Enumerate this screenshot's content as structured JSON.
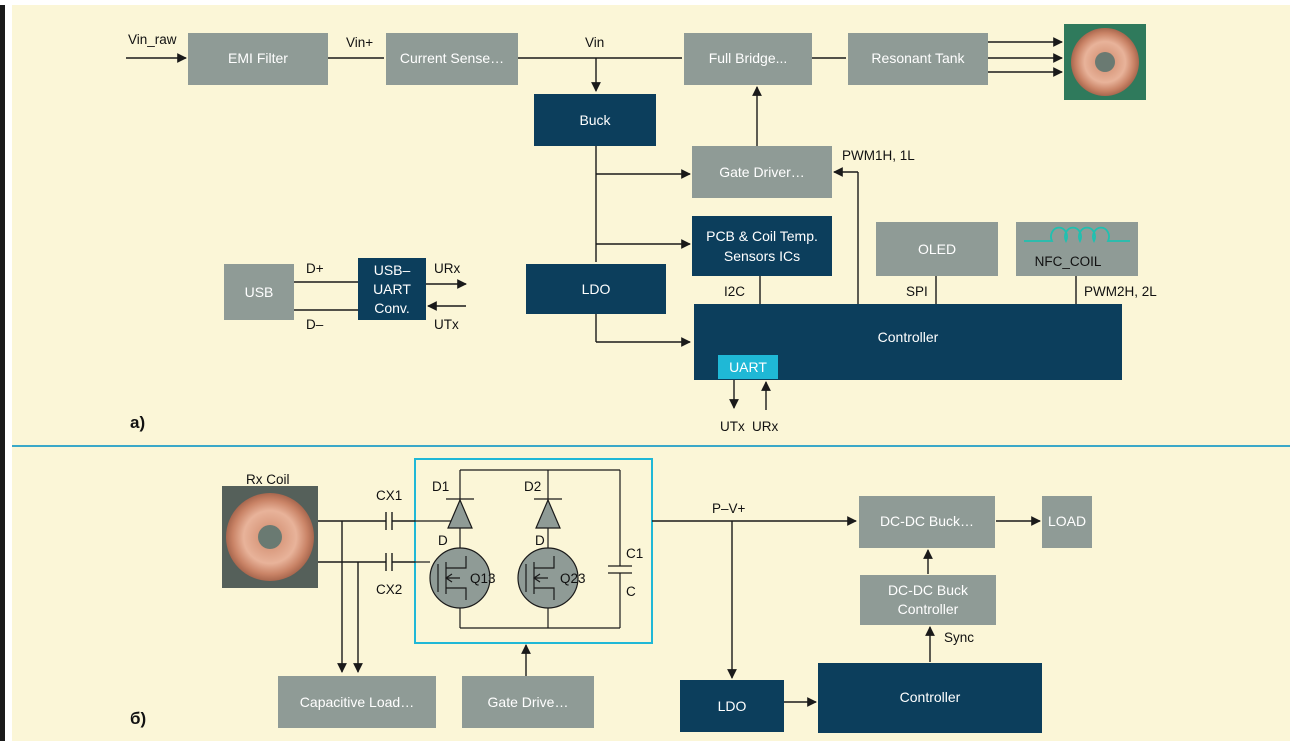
{
  "panel_a": {
    "label": "a)",
    "blocks": {
      "emi_filter": "EMI Filter",
      "current_sense": "Current Sense…",
      "full_bridge": "Full Bridge...",
      "resonant_tank": "Resonant Tank",
      "buck": "Buck",
      "gate_driver": "Gate Driver…",
      "temp_sensors_line1": "PCB & Coil Temp.",
      "temp_sensors_line2": "Sensors ICs",
      "oled": "OLED",
      "nfc_coil": "NFC_COIL",
      "usb": "USB",
      "usb_uart_line1": "USB–",
      "usb_uart_line2": "UART",
      "usb_uart_line3": "Conv.",
      "ldo": "LDO",
      "controller": "Controller",
      "uart": "UART"
    },
    "signals": {
      "vin_raw": "Vin_raw",
      "vin_plus": "Vin+",
      "vin": "Vin",
      "pwm1": "PWM1H, 1L",
      "pwm2": "PWM2H, 2L",
      "i2c": "I2C",
      "spi": "SPI",
      "d_plus": "D+",
      "d_minus": "D–",
      "urx": "URx",
      "utx": "UTx",
      "uart_utx": "UTx",
      "uart_urx": "URx"
    }
  },
  "panel_b": {
    "label": "б)",
    "blocks": {
      "capacitive_load": "Capacitive Load…",
      "gate_drive": "Gate Drive…",
      "dcdc_buck": "DC-DC Buck…",
      "load": "LOAD",
      "dcdc_ctrl_line1": "DC-DC Buck",
      "dcdc_ctrl_line2": "Controller",
      "ldo": "LDO",
      "controller": "Controller"
    },
    "signals": {
      "rx_coil": "Rx Coil",
      "cx1": "CX1",
      "cx2": "CX2",
      "d1": "D1",
      "d2": "D2",
      "d_left": "D",
      "d_right": "D",
      "q13": "Q13",
      "q23": "Q23",
      "c1": "C1",
      "c": "C",
      "pv_plus": "P–V+",
      "sync": "Sync"
    }
  },
  "colors": {
    "background": "#fbf6d7",
    "gray_block": "#8f9b96",
    "navy_block": "#0c3e5c",
    "cyan_accent": "#1fb8d6",
    "divider": "#3aa8c8"
  }
}
